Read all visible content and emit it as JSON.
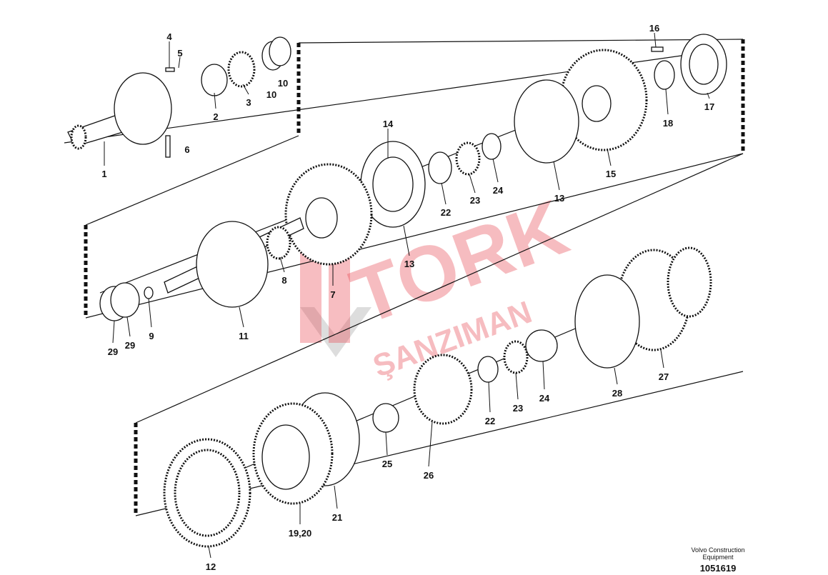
{
  "diagram": {
    "caption_line1": "Volvo Construction",
    "caption_line2": "Equipment",
    "figure_number": "1051619",
    "watermark": {
      "word1": "TORK",
      "word2": "ŞANZIMAN"
    },
    "labels": {
      "p1": "1",
      "p2": "2",
      "p3": "3",
      "p4": "4",
      "p5": "5",
      "p6": "6",
      "p10a": "10",
      "p10b": "10",
      "p16": "16",
      "p17": "17",
      "p18": "18",
      "p15": "15",
      "p13a": "13",
      "p14": "14",
      "p22a": "22",
      "p23a": "23",
      "p24a": "24",
      "p13b": "13",
      "p7": "7",
      "p8": "8",
      "p11": "11",
      "p9": "9",
      "p29a": "29",
      "p29b": "29",
      "p27": "27",
      "p28": "28",
      "p24b": "24",
      "p23b": "23",
      "p22b": "22",
      "p25": "25",
      "p26": "26",
      "p21": "21",
      "p1920": "19,20",
      "p12": "12"
    }
  }
}
